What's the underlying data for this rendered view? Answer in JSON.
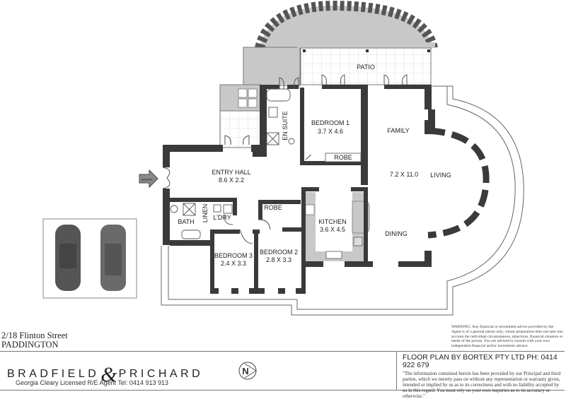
{
  "floorplan": {
    "title": "Floor plan",
    "entry_label": "ENTRY",
    "rooms": {
      "patio": {
        "name": "PATIO"
      },
      "ensuite": {
        "name": "EN SUITE"
      },
      "bedroom1": {
        "name": "BEDROOM 1",
        "size": "3.7 X 4.6"
      },
      "robe1": {
        "name": "ROBE"
      },
      "family": {
        "name": "FAMILY"
      },
      "living_dims": {
        "size": "7.2 X 11.0"
      },
      "living": {
        "name": "LIVING"
      },
      "dining": {
        "name": "DINING"
      },
      "entry_hall": {
        "name": "ENTRY HALL",
        "size": "8.6 X 2.2"
      },
      "bath": {
        "name": "BATH"
      },
      "linen": {
        "name": "LINEN"
      },
      "laundry": {
        "name": "L'DRY"
      },
      "robe2": {
        "name": "ROBE"
      },
      "kitchen": {
        "name": "KITCHEN",
        "size": "3.6 X 4.5"
      },
      "bedroom3": {
        "name": "BEDROOM 3",
        "size": "2.4 X 3.3"
      },
      "bedroom2": {
        "name": "BEDROOM 2",
        "size": "2.8 X 3.3"
      }
    },
    "colors": {
      "wall": "#3a3a3a",
      "paving": "#c8c8c8",
      "tile_line": "#dcdcdc",
      "outline": "#555555"
    }
  },
  "address": {
    "line1": "2/18 Flinton Street",
    "line2": "PADDINGTON"
  },
  "warning": "WARNING: Any financial or investment advice provided by the Agent is of a general nature only, whose preparation does not take into account the individual circumstances, objectives, financial situation or needs of the person. You are advised to consult with your own independent financial and/or investment advisor.",
  "footer": {
    "brand_left": "BRADFIELD",
    "brand_amp": "&",
    "brand_right": "PRICHARD",
    "agent": "Georgia Cleary Licensed R/E Agent  Tel: 0414 913 913",
    "compass_letter": "N",
    "credit": "FLOOR PLAN BY BORTEX PTY LTD PH: 0414 922 679",
    "disclaimer": "\"The information contained herein has been provided by our Principal and third parties, which we merely pass on without any representation or warranty given, intended or implied by us as to its correctness and with no liability accepted by us in this regard. You must rely on your own inquiries as to its accuracy or otherwise.\""
  }
}
